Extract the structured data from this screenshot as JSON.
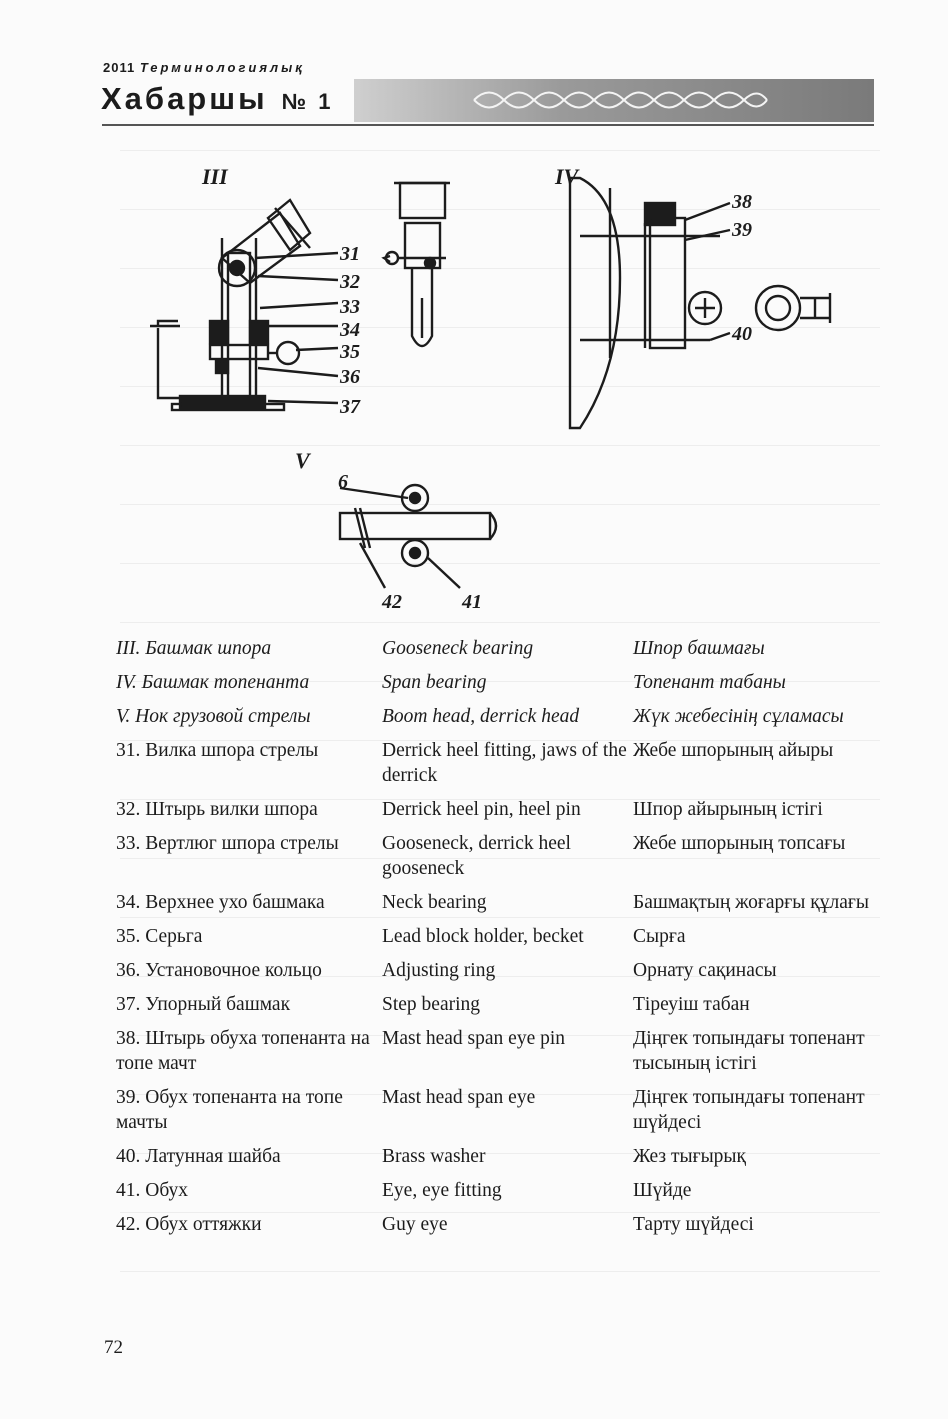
{
  "header": {
    "year": "2011",
    "subtitle": "Терминологиялық",
    "title": "Хабаршы",
    "issue": "№ 1"
  },
  "figure": {
    "labels": {
      "view3": "III",
      "view4": "IV",
      "view5": "V",
      "n31": "31",
      "n32": "32",
      "n33": "33",
      "n34": "34",
      "n35": "35",
      "n36": "36",
      "n37": "37",
      "n38": "38",
      "n39": "39",
      "n40": "40",
      "n6": "6",
      "n41": "41",
      "n42": "42"
    }
  },
  "terms": [
    {
      "ru": "III. Башмак шпора",
      "en": "Gooseneck bearing",
      "kk": "Шпор башмағы",
      "italic": true
    },
    {
      "ru": "IV. Башмак топенанта",
      "en": "Span bearing",
      "kk": "Топенант табаны",
      "italic": true
    },
    {
      "ru": "V. Нок грузовой стрелы",
      "en": "Boom head, derrick head",
      "kk": "Жүк жебесінің сұламасы",
      "italic": true
    },
    {
      "ru": "31. Вилка шпора стрелы",
      "en": "Derrick heel fitting, jaws of the derrick",
      "kk": "Жебе шпорының айыры",
      "italic": false
    },
    {
      "ru": "32. Штырь вилки шпора",
      "en": "Derrick heel pin, heel pin",
      "kk": "Шпор айырының істігі",
      "italic": false
    },
    {
      "ru": "33. Вертлюг шпора стрелы",
      "en": "Gooseneck, derrick heel gooseneck",
      "kk": "Жебе шпорының топсағы",
      "italic": false
    },
    {
      "ru": "34. Верхнее ухо башмака",
      "en": "Neck bearing",
      "kk": "Башмақтың жоғарғы құлағы",
      "italic": false
    },
    {
      "ru": "35. Серьга",
      "en": "Lead block holder, becket",
      "kk": "Сырға",
      "italic": false
    },
    {
      "ru": "36. Установочное кольцо",
      "en": "Adjusting ring",
      "kk": "Орнату сақинасы",
      "italic": false
    },
    {
      "ru": "37. Упорный башмак",
      "en": "Step bearing",
      "kk": "Тіреуіш табан",
      "italic": false
    },
    {
      "ru": "38. Штырь обуха топенанта на топе мачт",
      "en": "Mast head span eye pin",
      "kk": "Діңгек топындағы топенант тысының істігі",
      "italic": false
    },
    {
      "ru": "39. Обух топенанта на топе мачты",
      "en": "Mast head span eye",
      "kk": "Діңгек топындағы топенант шүйдесі",
      "italic": false
    },
    {
      "ru": "40. Латунная шайба",
      "en": "Brass washer",
      "kk": "Жез тығырық",
      "italic": false
    },
    {
      "ru": "41. Обух",
      "en": "Eye, eye fitting",
      "kk": "Шүйде",
      "italic": false
    },
    {
      "ru": "42. Обух оттяжки",
      "en": "Guy eye",
      "kk": "Тарту шүйдесі",
      "italic": false
    }
  ],
  "page_number": "72"
}
